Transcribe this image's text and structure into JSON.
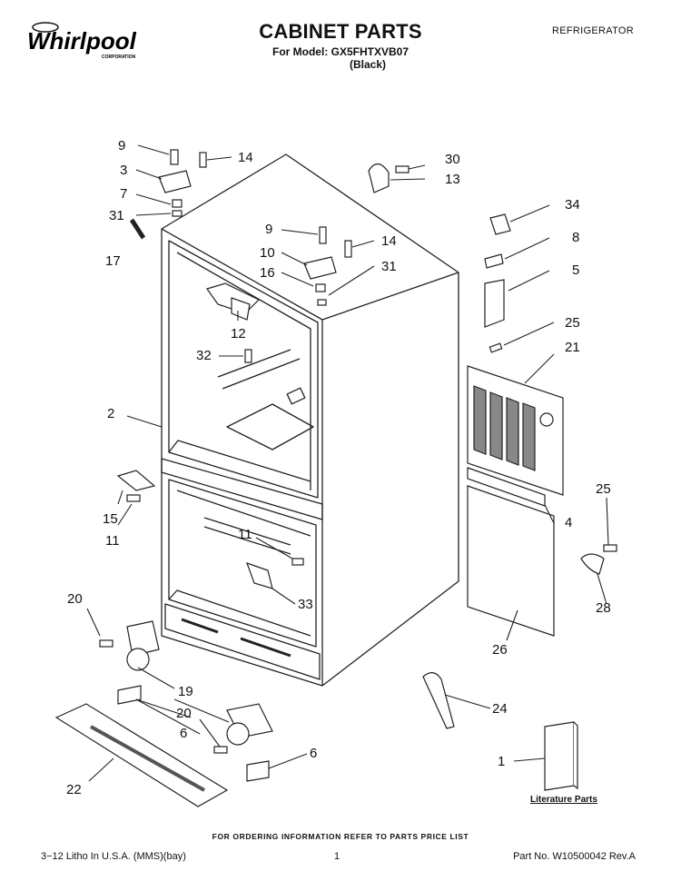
{
  "header": {
    "brand": "Whirlpool",
    "brand_sub": "CORPORATION",
    "title": "CABINET PARTS",
    "model_line": "For Model: GX5FHTXVB07",
    "color_line": "(Black)",
    "category": "REFRIGERATOR"
  },
  "callouts": [
    "9",
    "14",
    "3",
    "7",
    "31",
    "17",
    "30",
    "13",
    "34",
    "9",
    "14",
    "10",
    "16",
    "31",
    "8",
    "5",
    "12",
    "32",
    "25",
    "21",
    "2",
    "15",
    "11",
    "4",
    "25",
    "11",
    "33",
    "28",
    "20",
    "26",
    "19",
    "20",
    "6",
    "24",
    "6",
    "22",
    "1"
  ],
  "literature_label": "Literature Parts",
  "order_note": "FOR ORDERING INFORMATION REFER TO PARTS PRICE LIST",
  "footer": {
    "left": "3−12 Litho In U.S.A. (MMS)(bay)",
    "center": "1",
    "right": "Part No. W10500042 Rev.A"
  }
}
